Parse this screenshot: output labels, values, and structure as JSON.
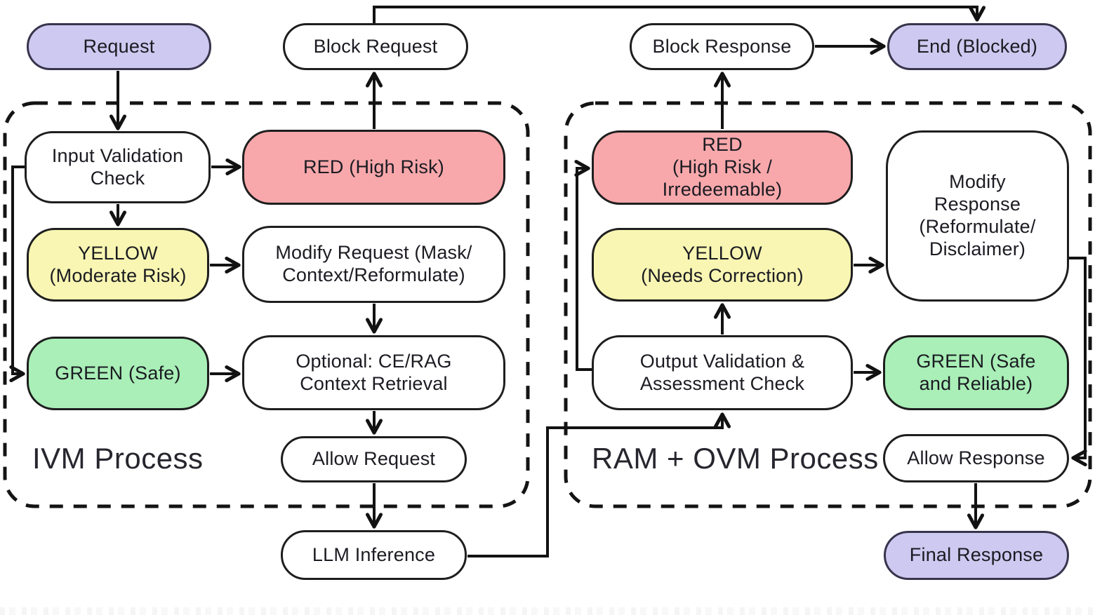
{
  "palette": {
    "white": {
      "fill": "#ffffff",
      "border": "#1e1e1e"
    },
    "lavender": {
      "fill": "#cdc9f0",
      "border": "#38344c"
    },
    "red": {
      "fill": "#f8a8ab",
      "border": "#1e1e1e"
    },
    "yellow": {
      "fill": "#f8f6b2",
      "border": "#1e1e1e"
    },
    "green": {
      "fill": "#a9efb7",
      "border": "#1e1e1e"
    },
    "line": "#121212"
  },
  "processes": {
    "ivm": {
      "label": "IVM Process"
    },
    "ram_ovm": {
      "label": "RAM + OVM Process"
    }
  },
  "nodes": {
    "request": {
      "label": "Request"
    },
    "block_request": {
      "label": "Block Request"
    },
    "block_response": {
      "label": "Block Response"
    },
    "end_blocked": {
      "label": "End (Blocked)"
    },
    "input_validation": {
      "label": "Input Validation\nCheck"
    },
    "red_high_risk": {
      "label": "RED (High Risk)"
    },
    "yellow_moderate": {
      "label": "YELLOW\n(Moderate Risk)"
    },
    "modify_request": {
      "label": "Modify Request (Mask/\nContext/Reformulate)"
    },
    "green_safe": {
      "label": "GREEN (Safe)"
    },
    "optional_ce_rag": {
      "label": "Optional: CE/RAG\nContext Retrieval"
    },
    "allow_request": {
      "label": "Allow Request"
    },
    "llm_inference": {
      "label": "LLM Inference"
    },
    "red_irredeemable": {
      "label": "RED\n(High Risk /\nIrredeemable)"
    },
    "yellow_correction": {
      "label": "YELLOW\n(Needs Correction)"
    },
    "modify_response": {
      "label": "Modify\nResponse\n(Reformulate/\nDisclaimer)"
    },
    "output_validation": {
      "label": "Output Validation &\nAssessment Check"
    },
    "green_reliable": {
      "label": "GREEN (Safe\nand Reliable)"
    },
    "allow_response": {
      "label": "Allow Response"
    },
    "final_response": {
      "label": "Final Response"
    }
  },
  "edges": [
    {
      "from": "request",
      "to": "input_validation"
    },
    {
      "from": "input_validation",
      "to": "red_high_risk"
    },
    {
      "from": "input_validation",
      "to": "yellow_moderate"
    },
    {
      "from": "input_validation",
      "to": "green_safe"
    },
    {
      "from": "yellow_moderate",
      "to": "modify_request"
    },
    {
      "from": "green_safe",
      "to": "optional_ce_rag"
    },
    {
      "from": "modify_request",
      "to": "optional_ce_rag"
    },
    {
      "from": "optional_ce_rag",
      "to": "allow_request"
    },
    {
      "from": "allow_request",
      "to": "llm_inference"
    },
    {
      "from": "red_high_risk",
      "to": "block_request"
    },
    {
      "from": "block_request",
      "to": "end_blocked"
    },
    {
      "from": "block_response",
      "to": "end_blocked"
    },
    {
      "from": "red_irredeemable",
      "to": "block_response"
    },
    {
      "from": "output_validation",
      "to": "red_irredeemable"
    },
    {
      "from": "output_validation",
      "to": "yellow_correction"
    },
    {
      "from": "output_validation",
      "to": "green_reliable"
    },
    {
      "from": "yellow_correction",
      "to": "modify_response"
    },
    {
      "from": "modify_response",
      "to": "allow_response"
    },
    {
      "from": "llm_inference",
      "to": "output_validation"
    },
    {
      "from": "allow_response",
      "to": "final_response"
    }
  ]
}
